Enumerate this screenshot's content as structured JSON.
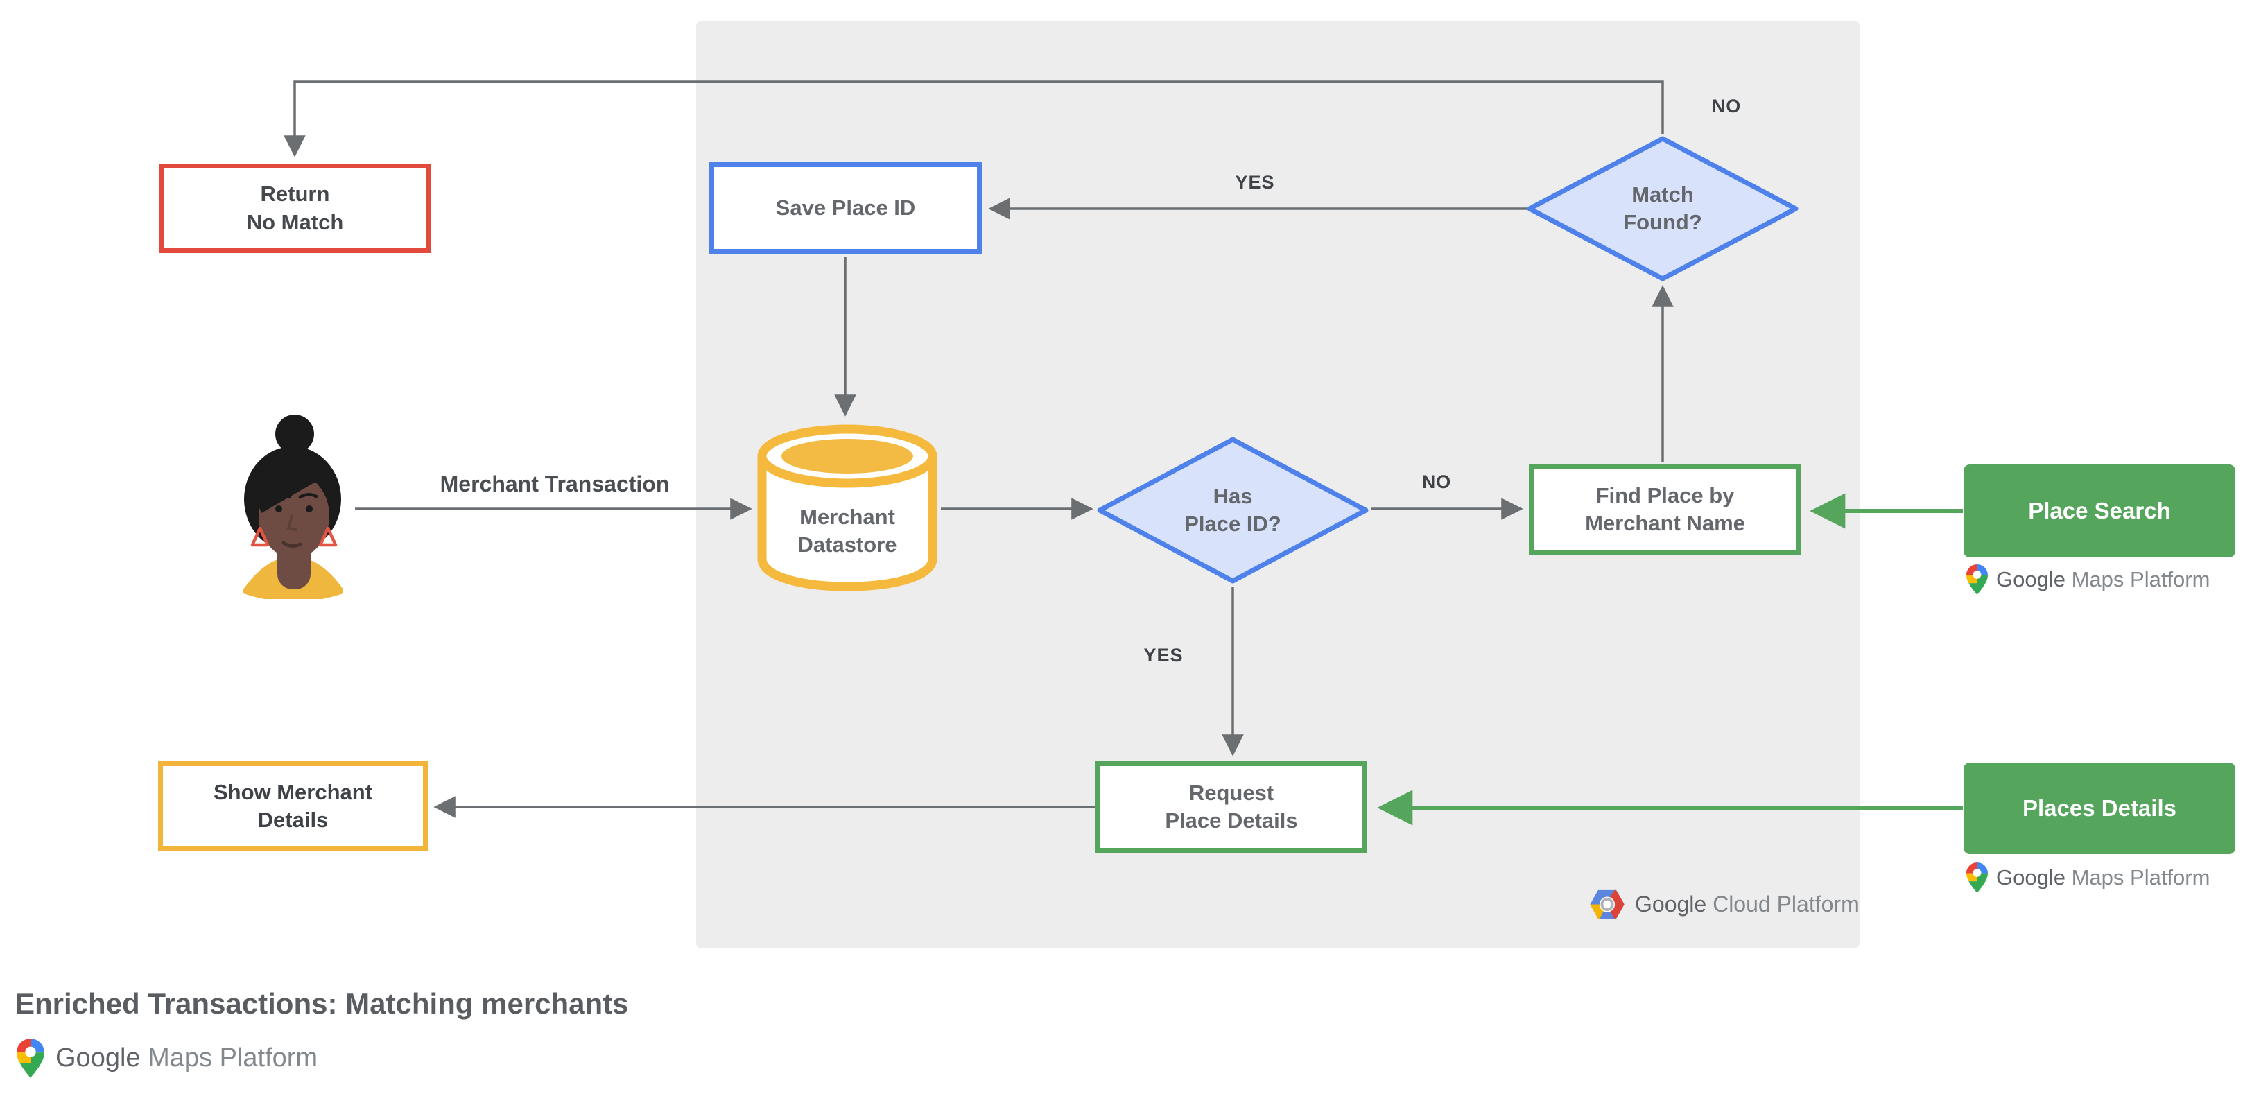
{
  "header": {
    "title": "Enriched Transactions: Matching merchants"
  },
  "nodes": {
    "return_no_match": {
      "label": "Return\nNo Match",
      "type": "process",
      "accent": "#E24B3B"
    },
    "save_place_id": {
      "label": "Save Place ID",
      "type": "process",
      "accent": "#4E82EA"
    },
    "match_found": {
      "label": "Match\nFound?",
      "type": "decision",
      "accent": "#4E82EA",
      "fill": "#D8E3FB"
    },
    "merchant_datastore": {
      "label": "Merchant\nDatastore",
      "type": "datastore",
      "accent": "#F5BA3D"
    },
    "has_place_id": {
      "label": "Has\nPlace ID?",
      "type": "decision",
      "accent": "#4E82EA",
      "fill": "#D8E3FB"
    },
    "find_place_by_merchant_name": {
      "label": "Find Place by\nMerchant Name",
      "type": "process",
      "accent": "#55A55C"
    },
    "request_place_details": {
      "label": "Request\nPlace Details",
      "type": "process",
      "accent": "#55A55C"
    },
    "show_merchant_details": {
      "label": "Show Merchant\nDetails",
      "type": "process",
      "accent": "#F2B43B"
    }
  },
  "api_products": {
    "place_search": {
      "label": "Place Search",
      "brand": "Google Maps Platform"
    },
    "places_details": {
      "label": "Places Details",
      "brand": "Google Maps Platform"
    }
  },
  "edge_labels": {
    "merchant_transaction": "Merchant Transaction",
    "match_found_yes": "YES",
    "match_found_no": "NO",
    "has_place_id_no": "NO",
    "has_place_id_yes": "YES"
  },
  "logos": {
    "maps_google": "Google",
    "maps_rest": "Maps Platform",
    "cloud_google": "Google",
    "cloud_rest": "Cloud Platform"
  },
  "colors": {
    "panel_background": "#EDEDED",
    "connector_gray": "#6B6F72",
    "connector_green": "#55A55C",
    "process_red": "#E24B3B",
    "process_blue": "#4E82EA",
    "process_green": "#55A55C",
    "process_yellow": "#F2B43B",
    "decision_fill": "#D8E3FB",
    "api_button_green": "#55A55C",
    "text_gray": "#64676C"
  }
}
